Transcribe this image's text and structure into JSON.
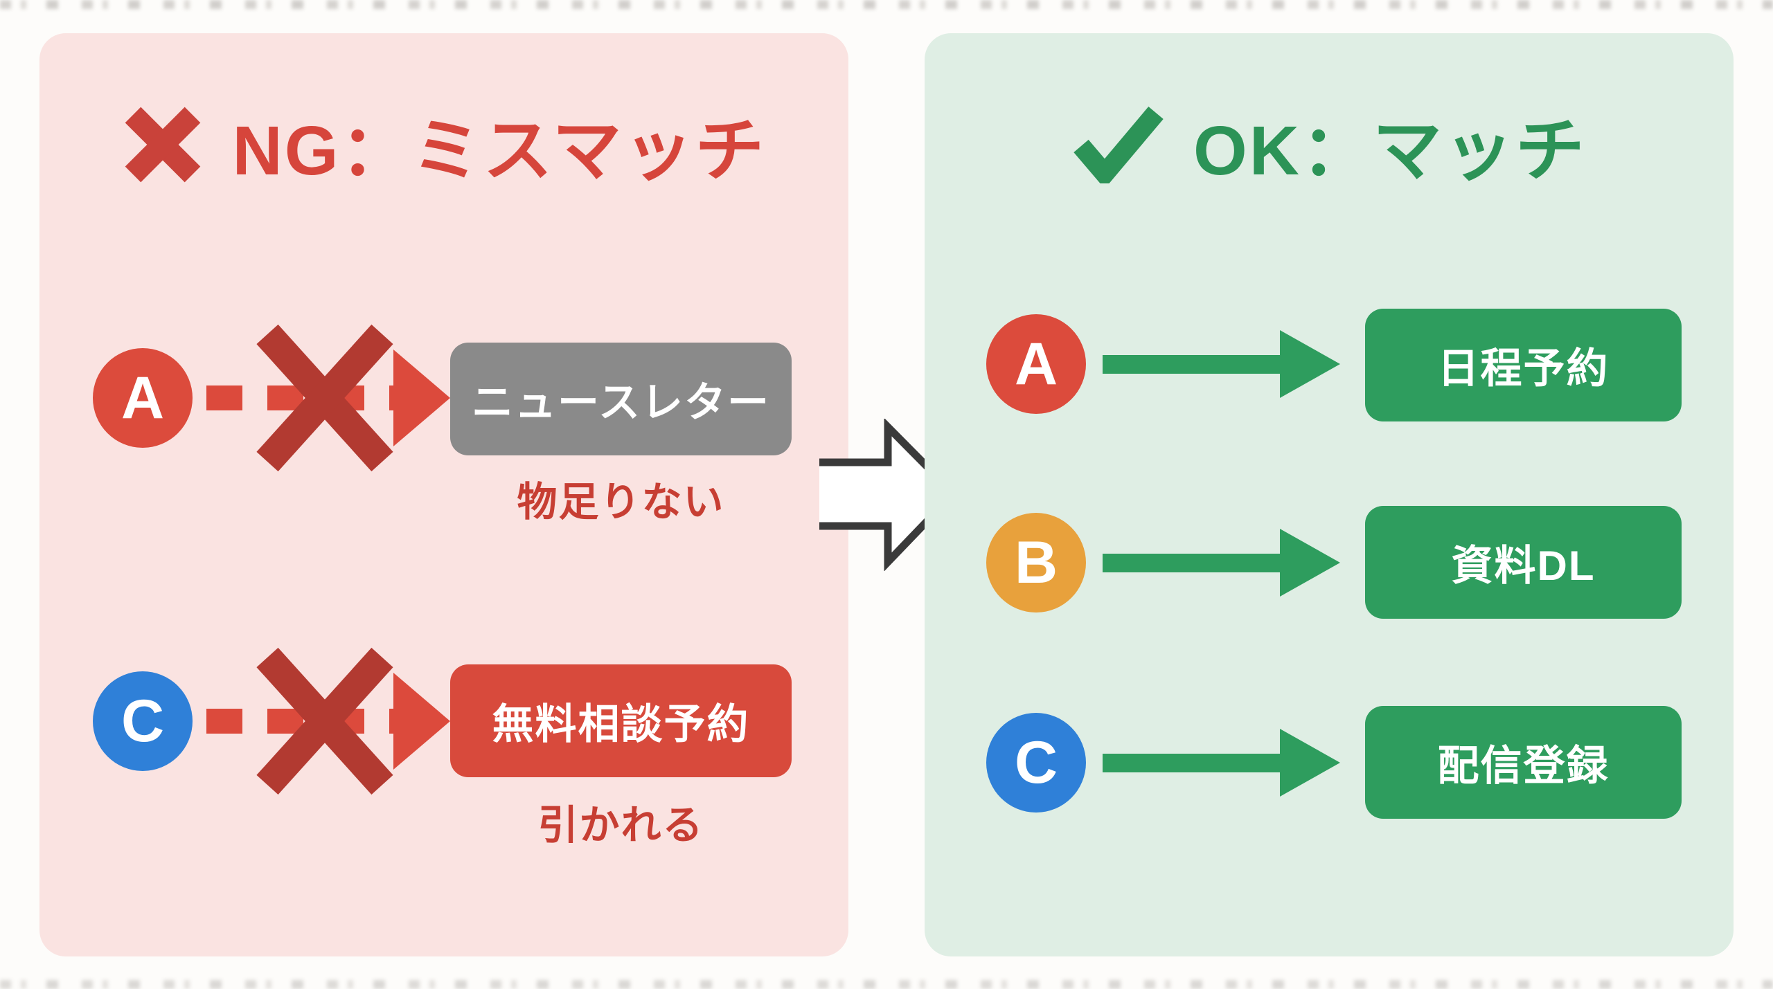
{
  "left_panel": {
    "title": {
      "icon": "x-mark-icon",
      "text": "NG：ミスマッチ"
    },
    "rows": [
      {
        "label": "A",
        "label_color": "#dc4b3c",
        "box_text": "ニュースレター",
        "box_color": "#8a8a8a",
        "caption": "物足りない"
      },
      {
        "label": "C",
        "label_color": "#2f80d8",
        "box_text": "無料相談予約",
        "box_color": "#d84a3c",
        "caption": "引かれる"
      }
    ]
  },
  "right_panel": {
    "title": {
      "icon": "check-mark-icon",
      "text": "OK：マッチ"
    },
    "rows": [
      {
        "label": "A",
        "label_color": "#dc4b3c",
        "box_text": "日程予約"
      },
      {
        "label": "B",
        "label_color": "#e8a13c",
        "box_text": "資料DL"
      },
      {
        "label": "C",
        "label_color": "#2f80d8",
        "box_text": "配信登録"
      }
    ]
  },
  "palette": {
    "ng_panel_bg": "#fae3e1",
    "ok_panel_bg": "#dfeee4",
    "ng_title_color": "#d6453b",
    "ok_title_color": "#2c9357",
    "ng_arrow_color": "#dc4a3c",
    "ng_cross_color": "#b23a31",
    "ng_caption_color": "#c73e33",
    "ok_arrow_color": "#2e9d5e",
    "ok_box_bg": "#2e9d5e",
    "transition_arrow_stroke": "#3a3a3a",
    "page_bg": "#fdfcfa"
  }
}
